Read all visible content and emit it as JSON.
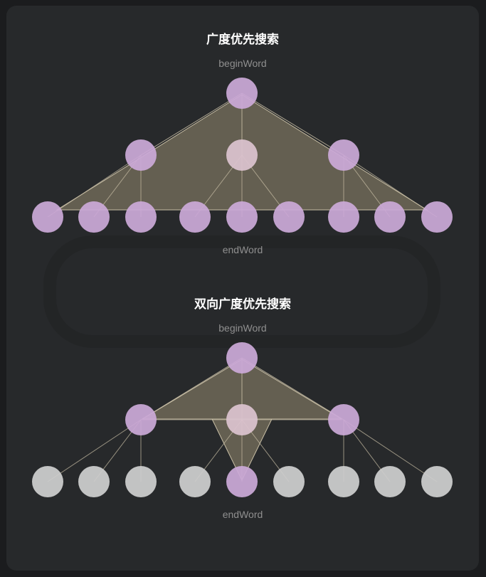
{
  "diagrams": [
    {
      "title": "广度优先搜索",
      "begin_label": "beginWord",
      "end_label": "endWord",
      "colors": {
        "node": "#cba9d7",
        "middle": "#dcc3cf",
        "gray": "#cfcfcf",
        "fill": "#7d7560",
        "edge": "#c9bfa6"
      },
      "highlight": "full-triangle"
    },
    {
      "title": "双向广度优先搜索",
      "begin_label": "beginWord",
      "end_label": "endWord",
      "colors": {
        "node": "#cba9d7",
        "middle": "#dcc3cf",
        "gray": "#cfcfcf",
        "fill": "#7d7560",
        "edge": "#c9bfa6"
      },
      "highlight": "two-triangles"
    }
  ]
}
